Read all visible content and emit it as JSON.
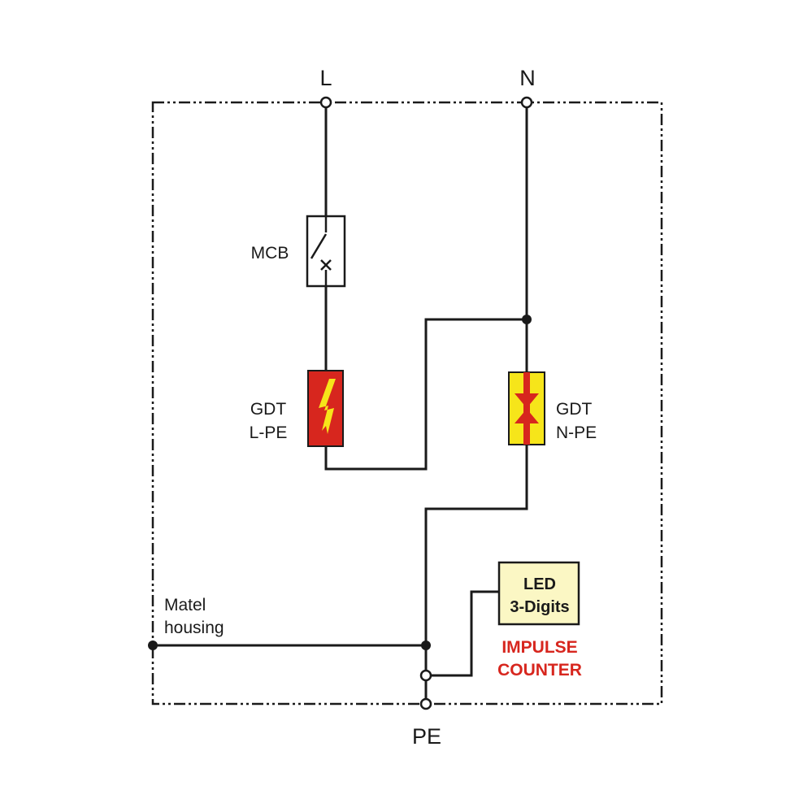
{
  "terminals": {
    "line": "L",
    "neutral": "N",
    "protective_earth": "PE"
  },
  "components": {
    "mcb": {
      "label": "MCB"
    },
    "gdt_lpe": {
      "label_line1": "GDT",
      "label_line2": "L-PE"
    },
    "gdt_npe": {
      "label_line1": "GDT",
      "label_line2": "N-PE"
    },
    "led_display": {
      "line1": "LED",
      "line2": "3-Digits"
    },
    "impulse_counter": {
      "line1": "IMPULSE",
      "line2": "COUNTER"
    }
  },
  "housing": {
    "line1": "Matel",
    "line2": "housing"
  },
  "colors": {
    "gdt_lpe_fill": "#d7261e",
    "gdt_lpe_bolt": "#f6e51a",
    "gdt_npe_fill": "#f6e51a",
    "gdt_npe_arrows": "#d7261e",
    "led_fill": "#fbf7c4",
    "impulse_counter_text": "#d7261e",
    "wire": "#1a1a1a"
  }
}
